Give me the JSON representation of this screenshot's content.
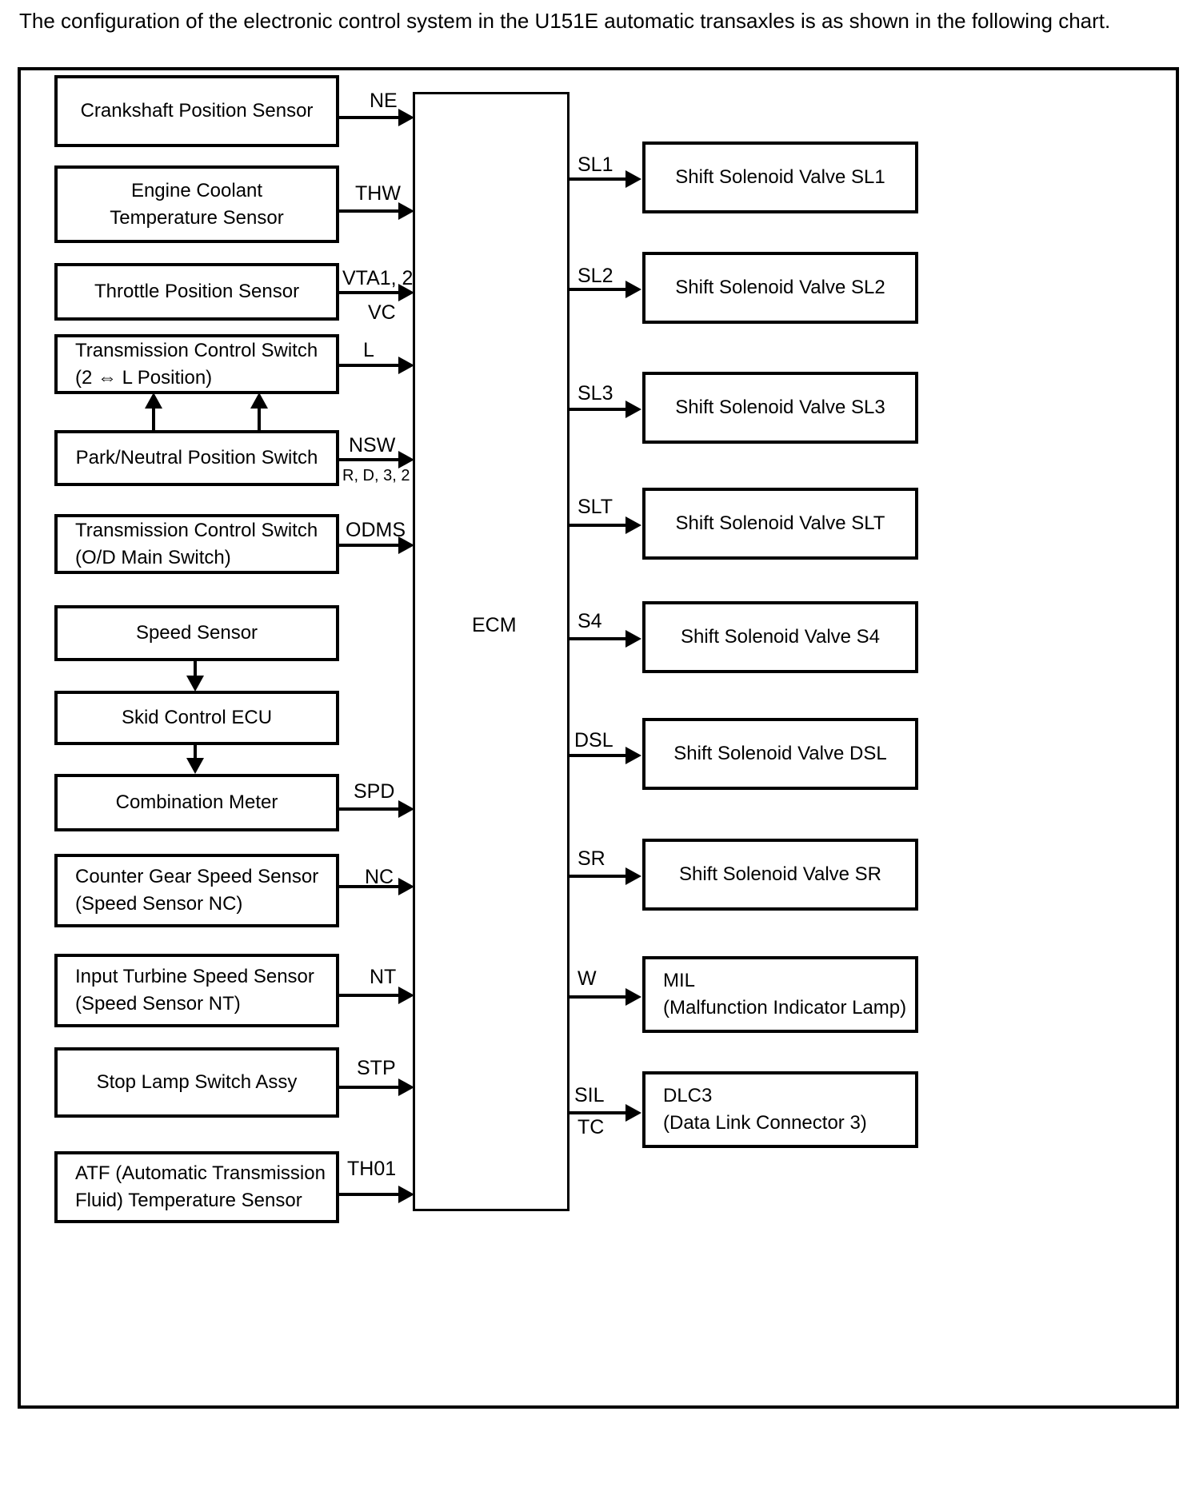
{
  "intro": {
    "text": "The configuration of the electronic control system in the U151E automatic transaxles is as shown in the following chart."
  },
  "diagram": {
    "ecm": {
      "label": "ECM"
    },
    "inputs": [
      {
        "box_line1": "Crankshaft Position Sensor",
        "box_line2": "",
        "signal": "NE",
        "signal2": ""
      },
      {
        "box_line1": "Engine Coolant",
        "box_line2": "Temperature Sensor",
        "signal": "THW",
        "signal2": ""
      },
      {
        "box_line1": "Throttle Position Sensor",
        "box_line2": "",
        "signal": "VTA1, 2",
        "signal2": "VC"
      },
      {
        "box_line1": "Transmission Control Switch",
        "box_line2": "(2 ⇔ L Position)",
        "signal": "L",
        "signal2": ""
      },
      {
        "box_line1": "Park/Neutral Position Switch",
        "box_line2": "",
        "signal": "NSW",
        "signal2": "R, D, 3, 2"
      },
      {
        "box_line1": "Transmission Control Switch",
        "box_line2": "(O/D Main Switch)",
        "signal": "ODMS",
        "signal2": ""
      },
      {
        "box_line1": "Speed Sensor",
        "box_line2": "",
        "signal": "",
        "signal2": ""
      },
      {
        "box_line1": "Skid Control ECU",
        "box_line2": "",
        "signal": "",
        "signal2": ""
      },
      {
        "box_line1": "Combination Meter",
        "box_line2": "",
        "signal": "SPD",
        "signal2": ""
      },
      {
        "box_line1": "Counter Gear Speed Sensor",
        "box_line2": "(Speed Sensor NC)",
        "signal": "NC",
        "signal2": ""
      },
      {
        "box_line1": "Input Turbine Speed Sensor",
        "box_line2": "(Speed Sensor NT)",
        "signal": "NT",
        "signal2": ""
      },
      {
        "box_line1": "Stop Lamp Switch Assy",
        "box_line2": "",
        "signal": "STP",
        "signal2": ""
      },
      {
        "box_line1": "ATF (Automatic Transmission",
        "box_line2": "Fluid) Temperature Sensor",
        "signal": "TH01",
        "signal2": ""
      }
    ],
    "outputs": [
      {
        "box_line1": "Shift Solenoid Valve SL1",
        "box_line2": "",
        "signal": "SL1",
        "signal2": ""
      },
      {
        "box_line1": "Shift Solenoid Valve SL2",
        "box_line2": "",
        "signal": "SL2",
        "signal2": ""
      },
      {
        "box_line1": "Shift Solenoid Valve SL3",
        "box_line2": "",
        "signal": "SL3",
        "signal2": ""
      },
      {
        "box_line1": "Shift Solenoid Valve SLT",
        "box_line2": "",
        "signal": "SLT",
        "signal2": ""
      },
      {
        "box_line1": "Shift Solenoid Valve S4",
        "box_line2": "",
        "signal": "S4",
        "signal2": ""
      },
      {
        "box_line1": "Shift Solenoid Valve DSL",
        "box_line2": "",
        "signal": "DSL",
        "signal2": ""
      },
      {
        "box_line1": "Shift Solenoid Valve SR",
        "box_line2": "",
        "signal": "SR",
        "signal2": ""
      },
      {
        "box_line1": "MIL",
        "box_line2": "(Malfunction Indicator Lamp)",
        "signal": "W",
        "signal2": ""
      },
      {
        "box_line1": "DLC3",
        "box_line2": "(Data Link Connector 3)",
        "signal": "SIL",
        "signal2": "TC"
      }
    ]
  },
  "colors": {
    "line": "#000000",
    "background": "#ffffff"
  }
}
